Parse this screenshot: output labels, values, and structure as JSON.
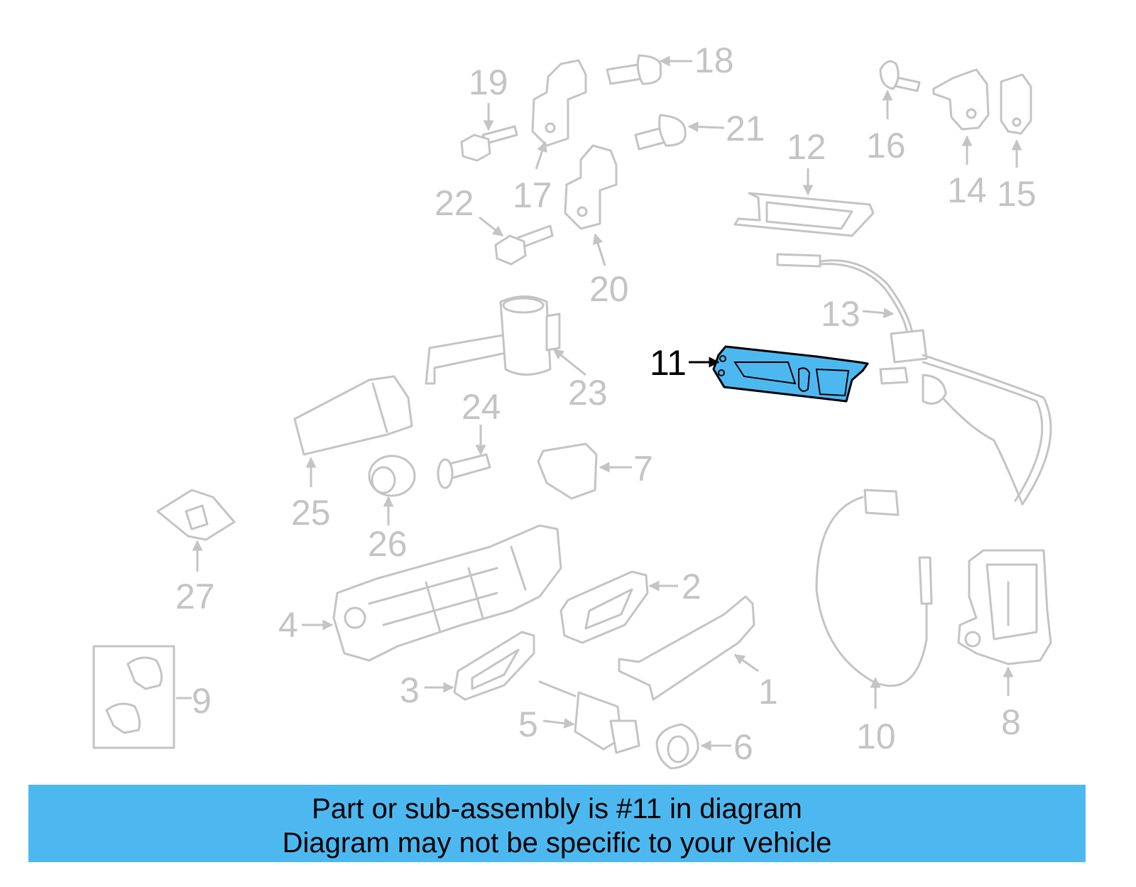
{
  "colors": {
    "highlight": "#4db8f0",
    "banner": "#4db8f0",
    "part_line": "#c4c4c4",
    "highlight_outline": "#000000"
  },
  "highlighted_part": "11",
  "callouts": {
    "c1": "1",
    "c2": "2",
    "c3": "3",
    "c4": "4",
    "c5": "5",
    "c6": "6",
    "c7": "7",
    "c8": "8",
    "c9": "9",
    "c10": "10",
    "c11": "11",
    "c12": "12",
    "c13": "13",
    "c14": "14",
    "c15": "15",
    "c16": "16",
    "c17": "17",
    "c18": "18",
    "c19": "19",
    "c20": "20",
    "c21": "21",
    "c22": "22",
    "c23": "23",
    "c24": "24",
    "c25": "25",
    "c26": "26",
    "c27": "27"
  },
  "banner": {
    "line1": "Part or sub-assembly is #11 in diagram",
    "line2": "Diagram may not be specific to your vehicle"
  }
}
